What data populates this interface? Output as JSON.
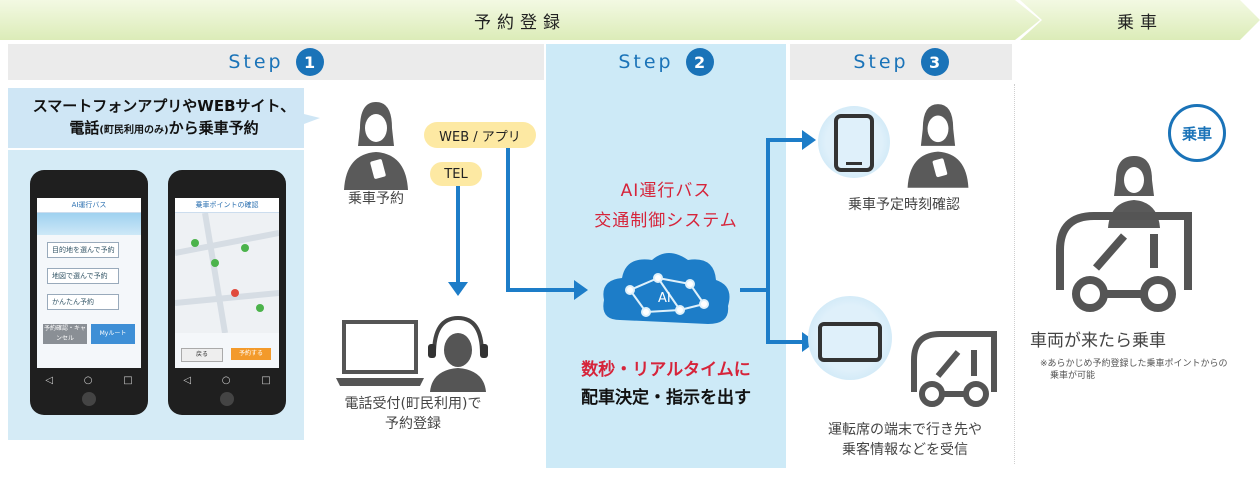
{
  "phases": {
    "reservation": "予約登録",
    "boarding": "乗車"
  },
  "steps": {
    "step_word": "Step",
    "step1_num": "1",
    "step2_num": "2",
    "step3_num": "3"
  },
  "step1": {
    "callout_line1": "スマートフォンアプリやWEBサイト、",
    "callout_line2_pre": "電話",
    "callout_line2_small": "(町民利用のみ)",
    "callout_line2_post": "から乗車予約",
    "reserve_label": "乗車予約",
    "web_app_label": "WEB / アプリ",
    "tel_label": "TEL",
    "phone_call_line1": "電話受付(町民利用)で",
    "phone_call_line2": "予約登録",
    "phone_left": {
      "app_title": "AI運行バス",
      "btn1": "目的地を選んで予約",
      "btn2": "地図で選んで予約",
      "btn3": "かんたん予約",
      "btn4": "予約確認・キャンセル",
      "btn5": "Myルート"
    },
    "phone_right": {
      "header": "乗車ポイントの確認",
      "ok": "予約する",
      "back": "戻る"
    }
  },
  "step2": {
    "system_line1": "AI運行バス",
    "system_line2": "交通制御システム",
    "ai_label": "AI",
    "dispatch_line1": "数秒・リアルタイムに",
    "dispatch_line2": "配車決定・指示を出す"
  },
  "step3": {
    "time_confirm": "乗車予定時刻確認",
    "terminal_line1": "運転席の端末で行き先や",
    "terminal_line2": "乗客情報などを受信"
  },
  "boarding": {
    "badge": "乗車",
    "caption": "車両が来たら乗車",
    "note_line1": "※あらかじめ予約登録した乗車ポイントからの",
    "note_line2": "乗車が可能"
  },
  "colors": {
    "accent": "#1a73b8",
    "arrow": "#1d7dc8",
    "red": "#d6243a",
    "banner": "#dcecb8",
    "step2_bg": "#cdeaf7"
  }
}
